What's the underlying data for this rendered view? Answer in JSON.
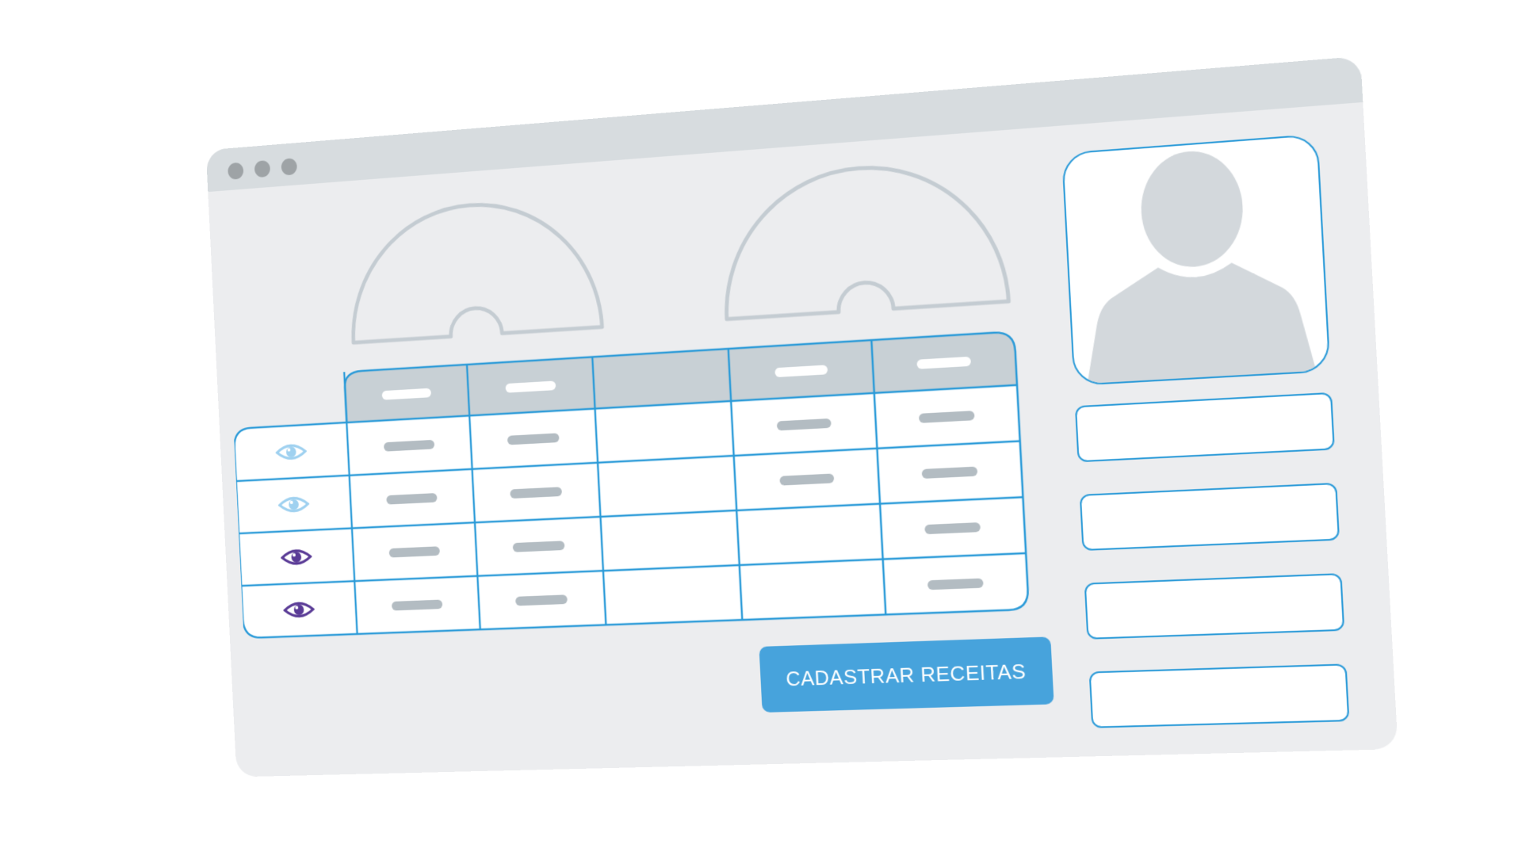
{
  "window": {
    "controls": [
      "window-dot",
      "window-dot",
      "window-dot"
    ]
  },
  "colors": {
    "frame": "#ecedef",
    "titlebar": "#d7dcdf",
    "accent": "#2a9ad8",
    "button": "#47a3dc",
    "gauge_stroke": "#c4ccd2",
    "header_fill": "#c8d0d5",
    "pill": "#b3bcc2",
    "eye_light": "#9fd1f0",
    "eye_dark": "#5a3b96"
  },
  "table": {
    "columns": 6,
    "header_cells": [
      "pill",
      "pill",
      "empty",
      "pill",
      "pill"
    ],
    "rows": [
      {
        "icon": "eye-icon",
        "icon_tone": "light",
        "cells": [
          "pill",
          "pill",
          "empty",
          "pill",
          "pill"
        ]
      },
      {
        "icon": "eye-icon",
        "icon_tone": "light",
        "cells": [
          "pill",
          "pill",
          "empty",
          "pill",
          "pill"
        ]
      },
      {
        "icon": "eye-icon",
        "icon_tone": "dark",
        "cells": [
          "pill",
          "pill",
          "empty",
          "empty",
          "pill"
        ]
      },
      {
        "icon": "eye-icon",
        "icon_tone": "dark",
        "cells": [
          "pill",
          "pill",
          "empty",
          "empty",
          "pill"
        ]
      }
    ]
  },
  "profile": {
    "icon": "user-avatar-icon"
  },
  "form": {
    "fields": [
      "",
      "",
      "",
      ""
    ]
  },
  "actions": {
    "register_label": "CADASTRAR RECEITAS"
  }
}
